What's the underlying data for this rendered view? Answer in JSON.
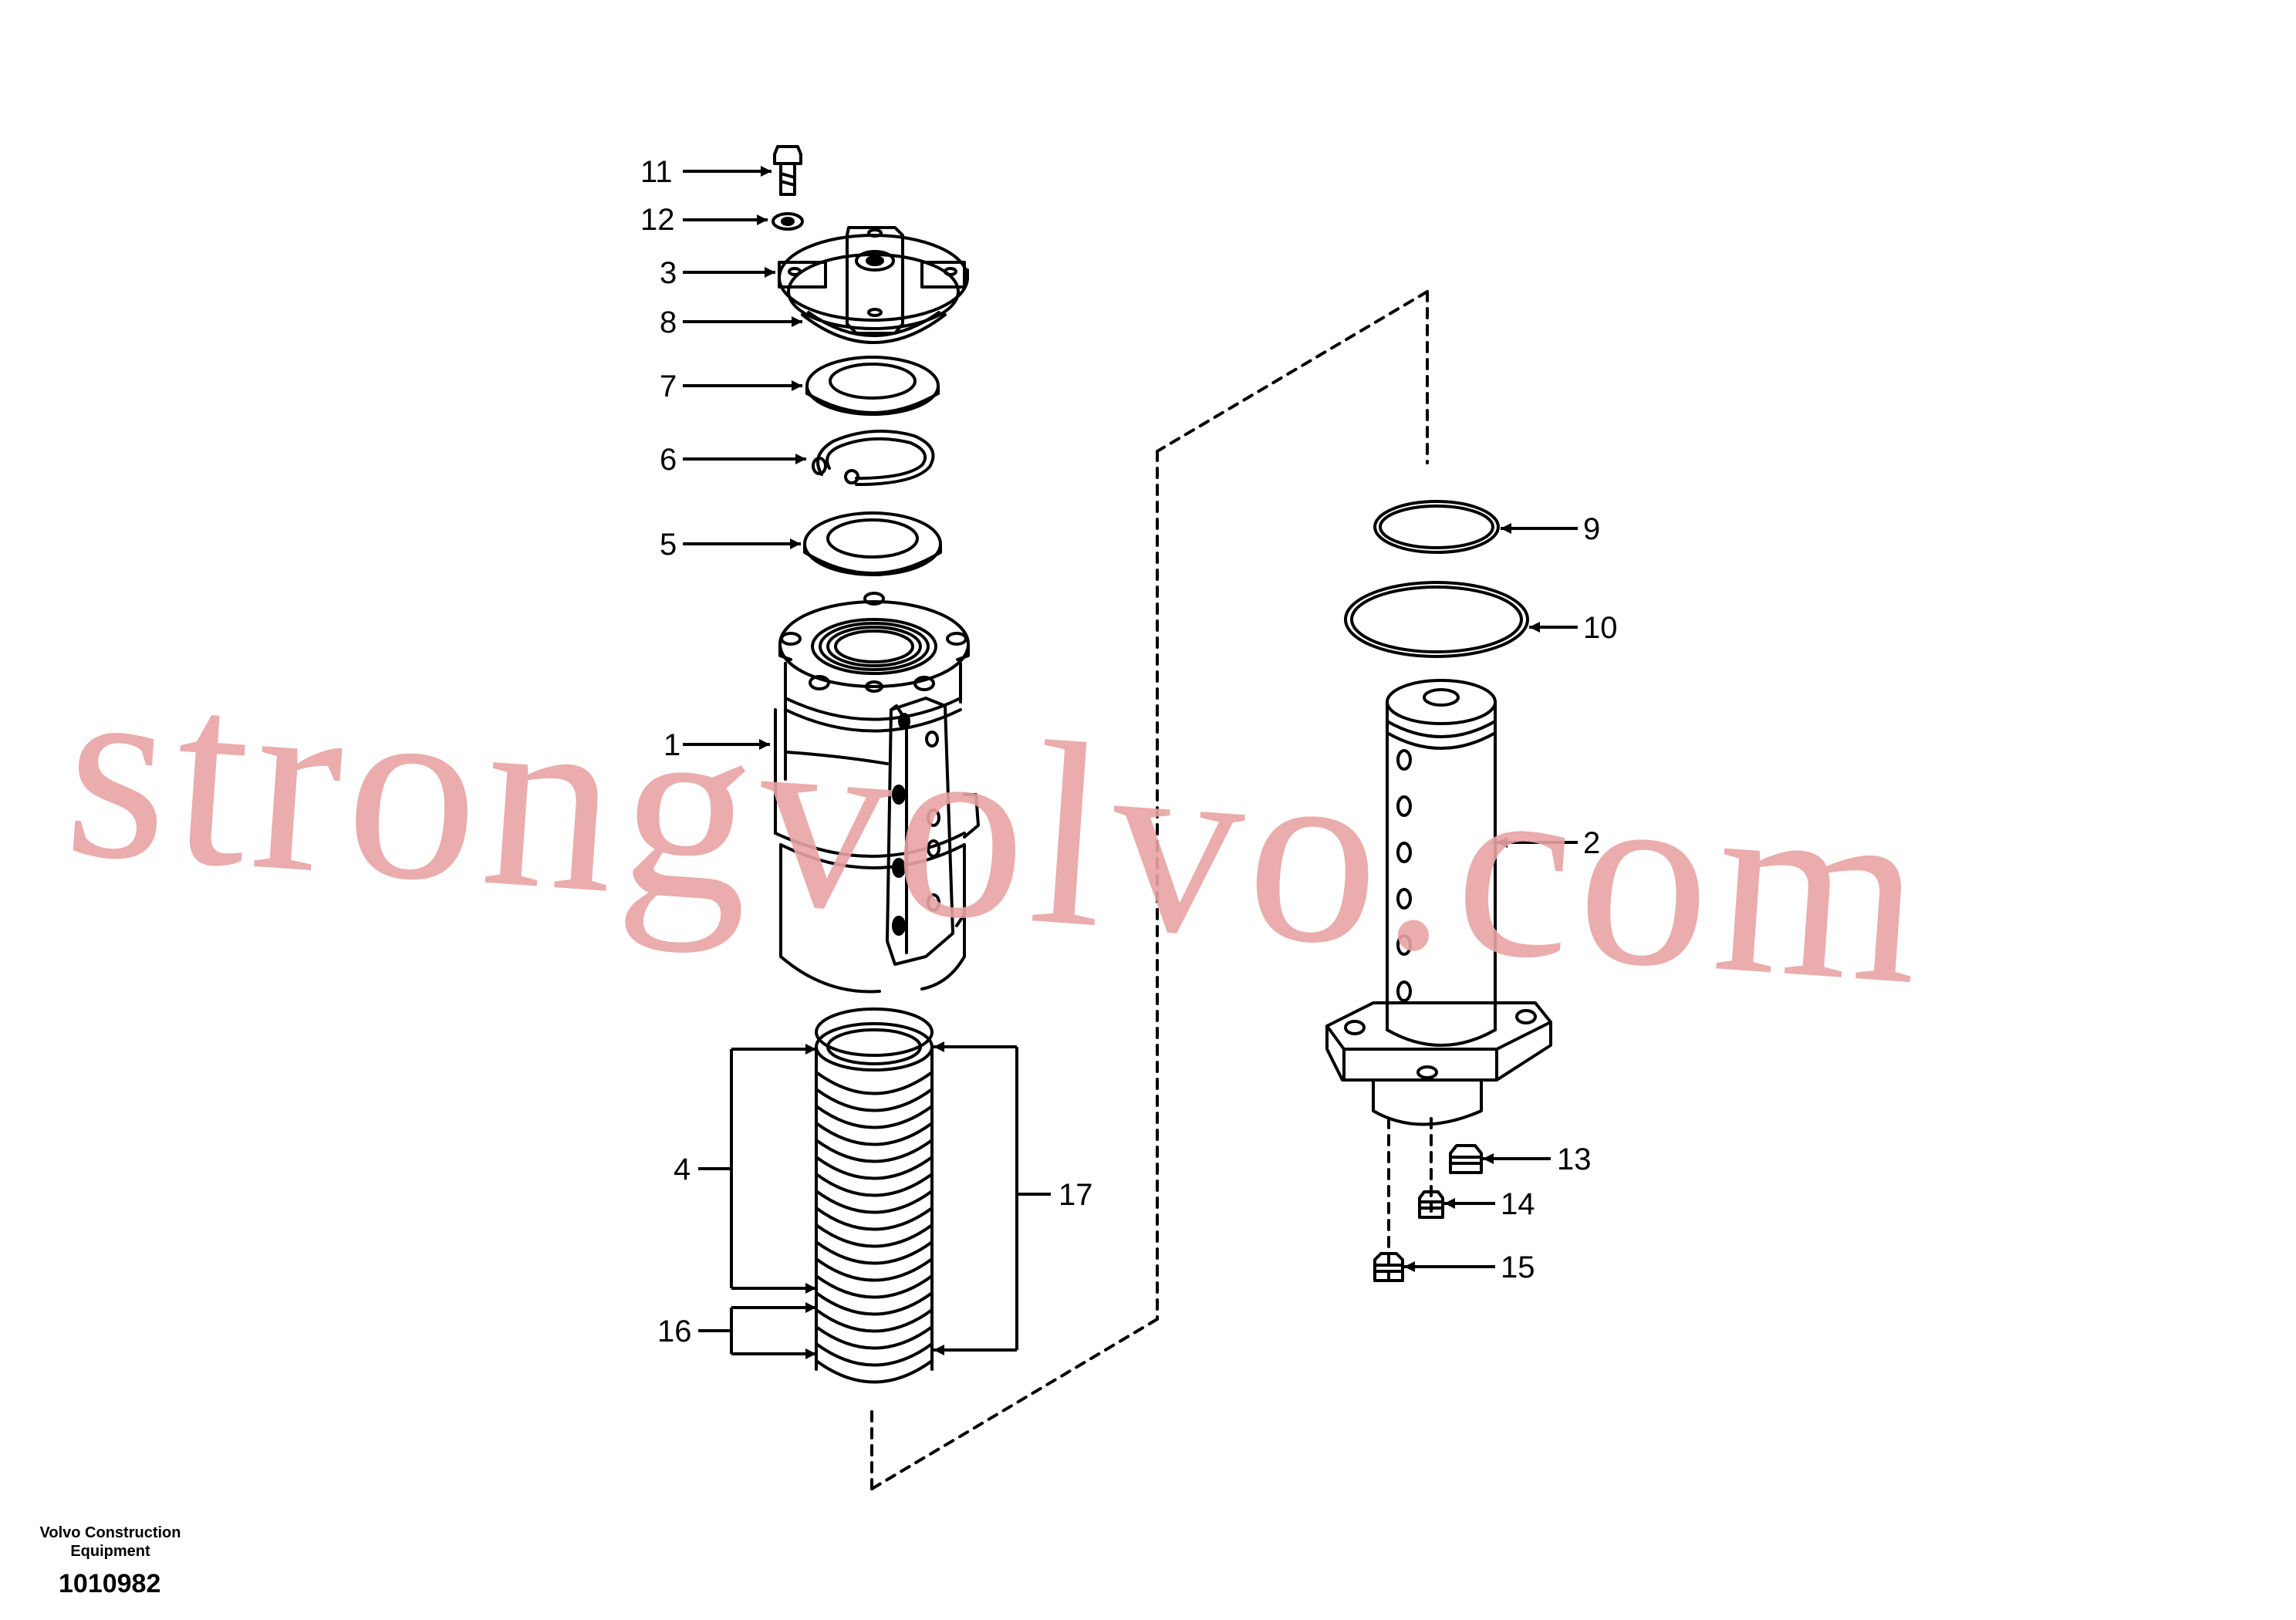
{
  "callouts": {
    "c11": "11",
    "c12": "12",
    "c3": "3",
    "c8": "8",
    "c7": "7",
    "c6": "6",
    "c5": "5",
    "c1": "1",
    "c4": "4",
    "c16": "16",
    "c17": "17",
    "c9": "9",
    "c10": "10",
    "c2": "2",
    "c13": "13",
    "c14": "14",
    "c15": "15"
  },
  "footer": {
    "maker_line1": "Volvo Construction",
    "maker_line2": "Equipment",
    "drawing_number": "1010982"
  },
  "watermark": {
    "text": "strongvolvo.com",
    "color": "#e8a3a3"
  },
  "colors": {
    "line": "#000000",
    "background": "#ffffff"
  }
}
